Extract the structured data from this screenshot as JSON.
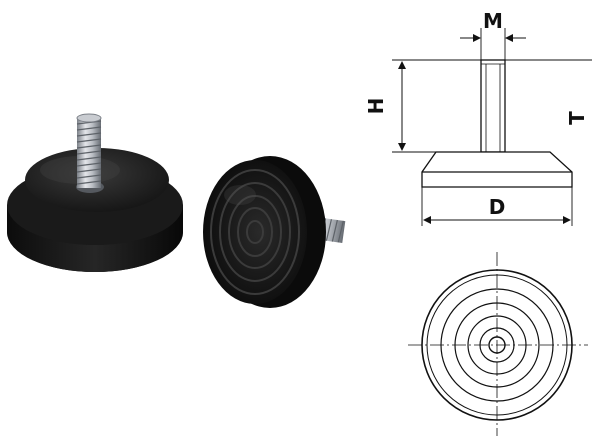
{
  "labels": {
    "m": "M",
    "h": "H",
    "t": "T",
    "d": "D"
  },
  "colors": {
    "rubber": "#121212",
    "rubber_highlight": "#3a3a3a",
    "steel": "#b8bcc2",
    "steel_dark": "#6f747b",
    "line": "#111111"
  },
  "parts": {
    "photo_left": "leveling-foot-upright",
    "photo_right": "leveling-foot-tilted",
    "drawing_side": "side-view-section",
    "drawing_bottom": "bottom-view-rings"
  }
}
